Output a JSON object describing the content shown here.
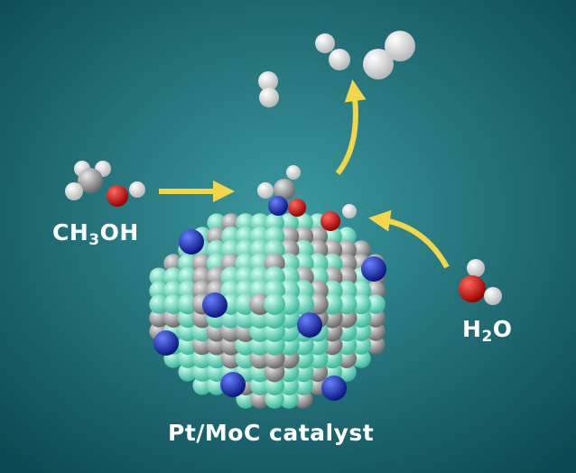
{
  "labels": {
    "methanol": {
      "main": "CH",
      "sub": "3",
      "rest": "OH"
    },
    "water": {
      "main": "H",
      "sub": "2",
      "rest": "O"
    },
    "catalyst": "Pt/MoC catalyst"
  },
  "colors": {
    "background_center": "#3a9aa0",
    "background_edge": "#0d4a55",
    "arrow": "#f4d64a",
    "mo_atom": "#80f0d2",
    "c_atom": "#a8a8a8",
    "pt_atom": "#1e2fc8",
    "oxygen": "#e01010",
    "hydrogen": "#f4f4f4",
    "carbon": "#9a9a9a"
  }
}
